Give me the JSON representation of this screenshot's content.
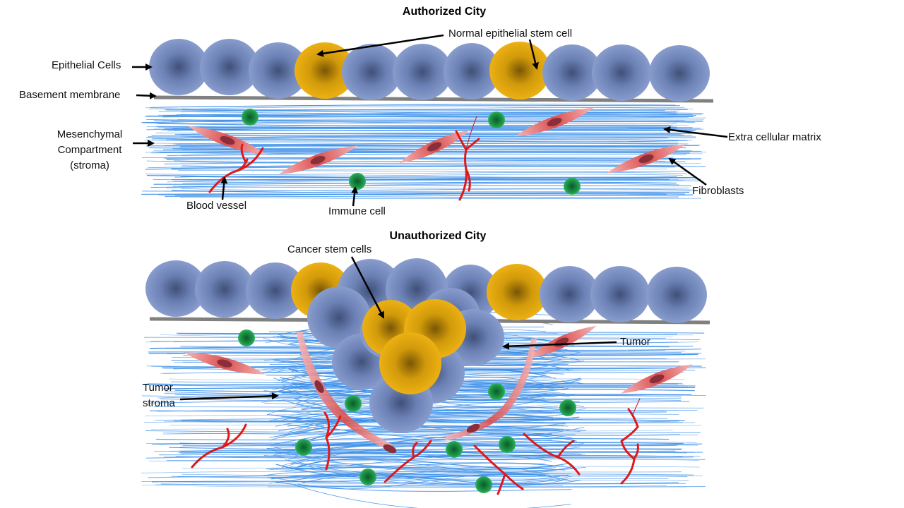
{
  "titles": {
    "normal": "Authorized  City",
    "cancer": "Unauthorized  City"
  },
  "labels": {
    "normal_stem_cell": "Normal epithelial  stem cell",
    "epithelial_cells": "Epithelial  Cells",
    "basement_membrane": "Basement membrane",
    "mesenchymal_line1": "Mesenchymal",
    "mesenchymal_line2": "Compartment",
    "mesenchymal_line3": "(stroma)",
    "extracellular_matrix": "Extra cellular matrix",
    "fibroblasts": "Fibroblasts",
    "blood_vessel": "Blood vessel",
    "immune_cell": "Immune cell",
    "cancer_stem_cells": "Cancer stem cells",
    "tumor": "Tumor",
    "tumor_stroma_line1": "Tumor",
    "tumor_stroma_line2": "stroma"
  },
  "colors": {
    "epithelial_cell": "#7f93c4",
    "stem_cell": "#e8a80c",
    "membrane": "#808080",
    "matrix_fiber": "#3b8ee8",
    "fibroblast": "#e36b6b",
    "blood_vessel": "#e01818",
    "immune_cell": "#1f9a4a",
    "arrow": "#000000"
  }
}
